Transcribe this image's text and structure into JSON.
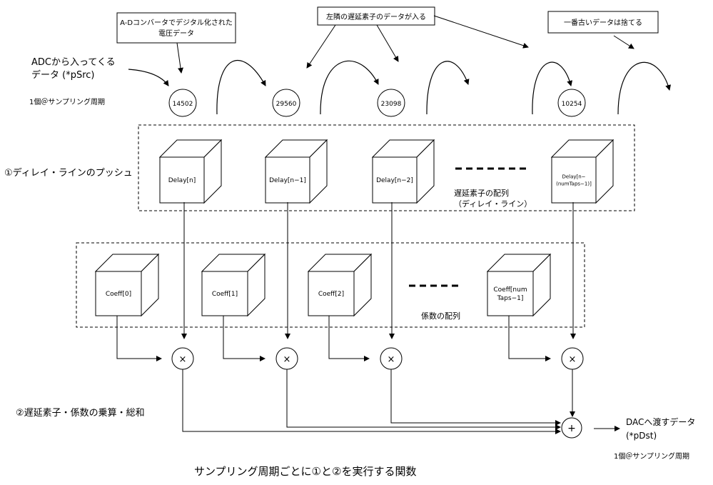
{
  "callouts": {
    "adc_note": [
      "A-Dコンバータでデジタル化された",
      "電圧データ"
    ],
    "left_neighbor": "左隣の遅延素子のデータが入る",
    "discard": "一番古いデータは捨てる"
  },
  "labels": {
    "adc_input": [
      "ADCから入ってくる",
      "データ (*pSrc)"
    ],
    "per_sample_left": "1個＠サンプリング周期",
    "step1": "①ディレイ・ラインのプッシュ",
    "step2": "②遅延素子・係数の乗算・総和",
    "delay_array": [
      "遅延素子の配列",
      "（ディレイ・ライン）"
    ],
    "coeff_array": "係数の配列",
    "dac_output": [
      "DACへ渡すデータ",
      "(*pDst)"
    ],
    "per_sample_right": "1個＠サンプリング周期",
    "title": "サンプリング周期ごとに①と②を実行する関数"
  },
  "samples": [
    "14502",
    "29560",
    "23098",
    "10254"
  ],
  "delay": [
    [
      "Delay[n]"
    ],
    [
      "Delay[n−1]"
    ],
    [
      "Delay[n−2]"
    ],
    [
      "Delay[n−",
      "(numTaps−1)]"
    ]
  ],
  "coeff": [
    [
      "Coeff[0]"
    ],
    [
      "Coeff[1]"
    ],
    [
      "Coeff[2]"
    ],
    [
      "Coeff[num",
      "Taps−1]"
    ]
  ],
  "symbols": {
    "multiply": "×",
    "sum": "+"
  }
}
